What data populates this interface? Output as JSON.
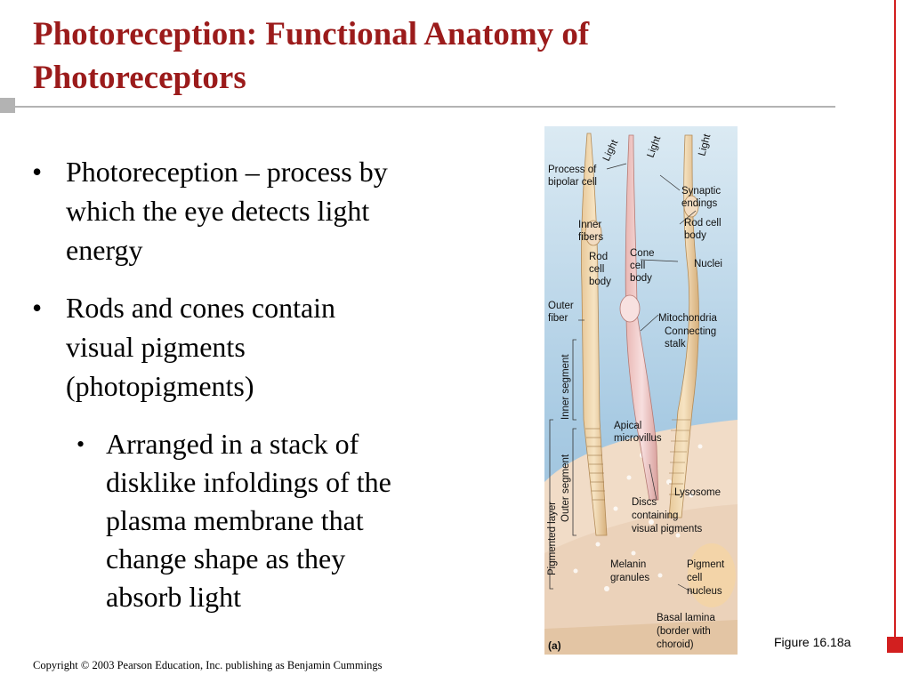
{
  "slide": {
    "title_line1": "Photoreception: Functional Anatomy of",
    "title_line2": "Photoreceptors",
    "bullet_glyph": "•",
    "bullets": [
      {
        "lines": [
          "Photoreception – process by",
          "which the eye detects light",
          "energy"
        ]
      },
      {
        "lines": [
          "Rods and cones contain",
          "visual pigments",
          "(photopigments)"
        ]
      }
    ],
    "sub_bullet": {
      "lines": [
        "Arranged in a stack of",
        "disklike infoldings of the",
        "plasma membrane that",
        "change shape as they",
        "absorb light"
      ]
    },
    "figure_caption": "Figure 16.18a",
    "copyright": "Copyright © 2003 Pearson Education, Inc. publishing as Benjamin Cummings"
  },
  "figure": {
    "panel_label": "(a)",
    "light_labels": [
      "Light",
      "Light",
      "Light"
    ],
    "labels": {
      "process_of_bipolar_cell": [
        "Process of",
        "bipolar cell"
      ],
      "synaptic_endings": [
        "Synaptic",
        "endings"
      ],
      "inner_fibers": [
        "Inner",
        "fibers"
      ],
      "rod_cell_body_right": [
        "Rod cell",
        "body"
      ],
      "rod_cell_body_left": [
        "Rod",
        "cell",
        "body"
      ],
      "cone_cell_body": [
        "Cone",
        "cell",
        "body"
      ],
      "nuclei": [
        "Nuclei"
      ],
      "outer_fiber": [
        "Outer",
        "fiber"
      ],
      "mitochondria": [
        "Mitochondria"
      ],
      "connecting_stalk": [
        "Connecting",
        "stalk"
      ],
      "inner_segment": [
        "Inner segment"
      ],
      "outer_segment": [
        "Outer segment"
      ],
      "pigmented_layer": [
        "Pigmented layer"
      ],
      "apical_microvillus": [
        "Apical",
        "microvillus"
      ],
      "lysosome": [
        "Lysosome"
      ],
      "discs": [
        "Discs",
        "containing",
        "visual pigments"
      ],
      "melanin_granules": [
        "Melanin",
        "granules"
      ],
      "pigment_cell_nucleus": [
        "Pigment",
        "cell",
        "nucleus"
      ],
      "basal_lamina": [
        "Basal lamina",
        "(border with",
        "choroid)"
      ]
    }
  }
}
